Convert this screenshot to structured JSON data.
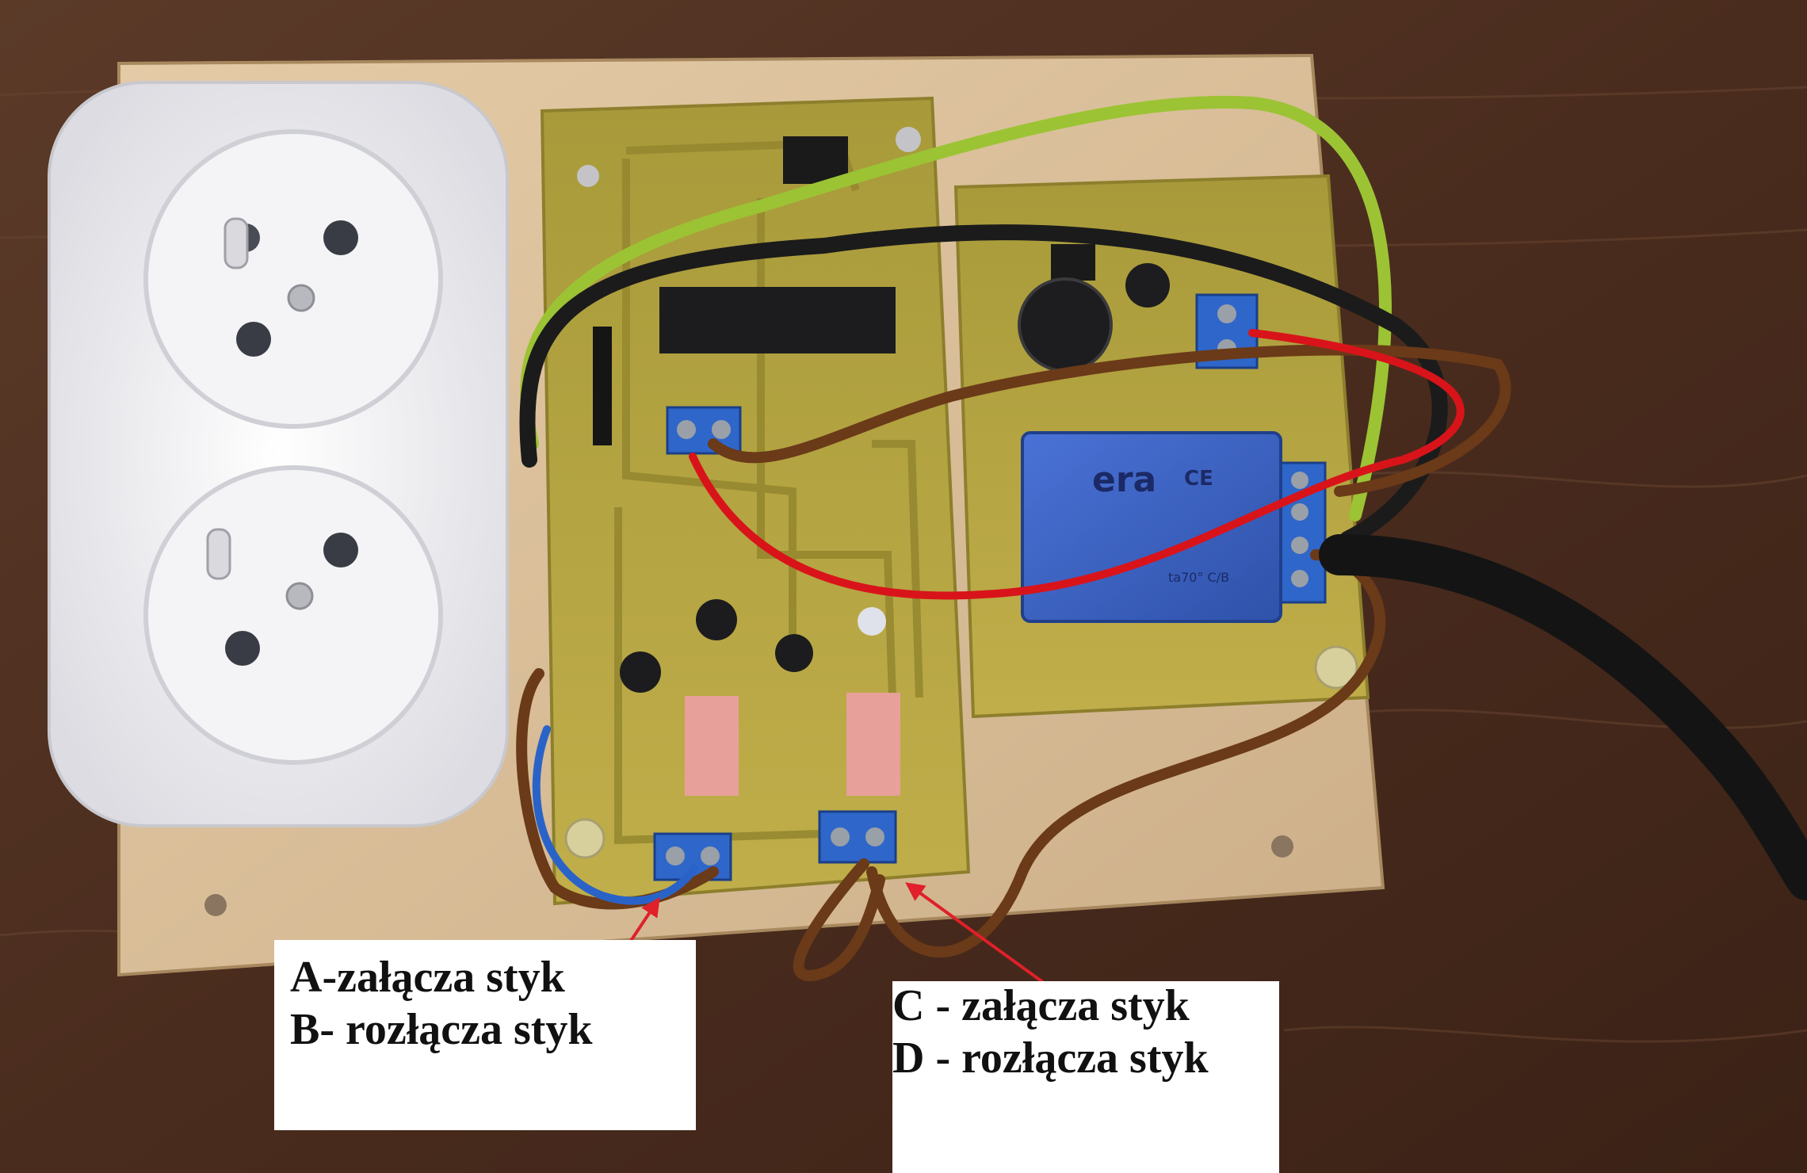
{
  "annotations": {
    "label_ab": [
      "A-załącza styk",
      "B- rozłącza styk"
    ],
    "label_cd": [
      "C - załącza styk",
      "D - rozłącza styk"
    ]
  },
  "photo": {
    "subject": "Illustrative recreation of a photographed relay/timer PCB with a double socket outlet",
    "transformer_brand": "era",
    "transformer_markings": [
      "CE",
      "ta70° C/B"
    ]
  },
  "colors": {
    "wood_table": "#4a2c1e",
    "board": "#d9bf9a",
    "pcb": "#b7a541",
    "socket": "#ececf0",
    "transformer": "#3d63c4",
    "terminal_block": "#2f66c9",
    "arrow": "#e0202a",
    "wire_brown": "#6b3a18",
    "wire_red": "#d8141a",
    "wire_black": "#1b1b1b",
    "wire_green_yellow": "#9cc334",
    "wire_blue": "#2a63c8"
  }
}
